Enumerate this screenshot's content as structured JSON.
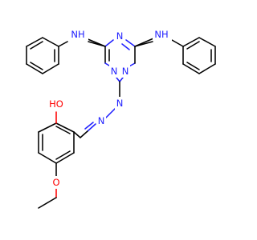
{
  "molecule": {
    "atom_labels": {
      "nh_left": "NH",
      "nh_right": "NH",
      "n_ring_top": "N",
      "n_ring_left": "N",
      "n_ring_right": "N",
      "hydrazone_n1": "N",
      "hydrazone_n2": "N",
      "hydroxyl": "HO",
      "methoxy_o": "O"
    },
    "colors": {
      "nitrogen": "#2020ff",
      "oxygen": "#ff0000",
      "carbon": "#000000"
    }
  }
}
